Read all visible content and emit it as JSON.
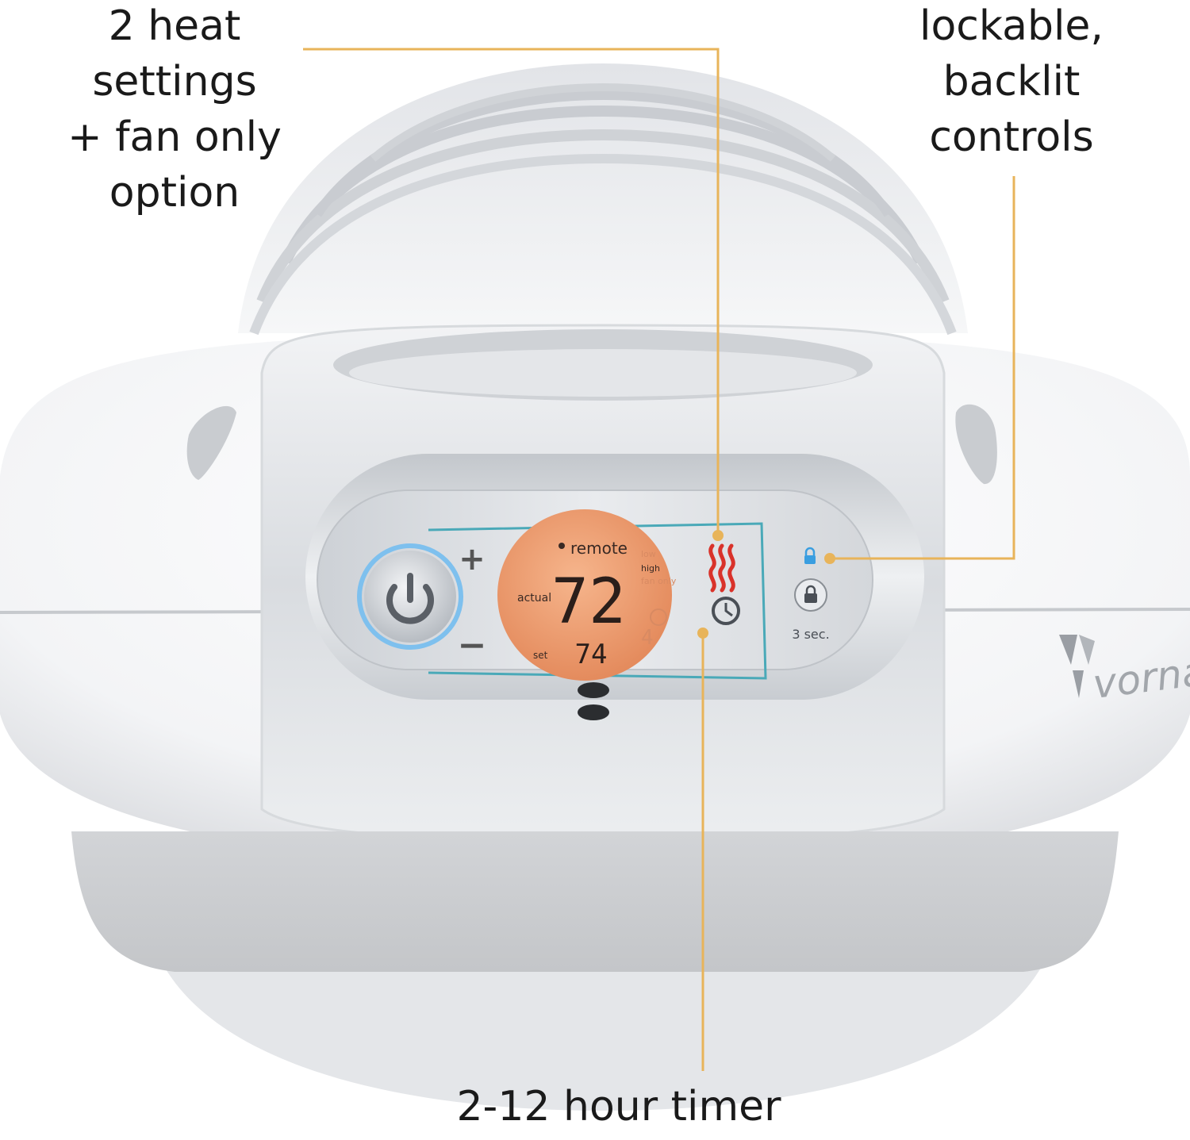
{
  "callouts": {
    "heat_settings": [
      "2 heat",
      "settings",
      "+ fan only",
      "option"
    ],
    "lockable": [
      "lockable,",
      "backlit",
      "controls"
    ],
    "timer": "2-12 hour timer"
  },
  "display": {
    "remote_label": "remote",
    "mode_low": "low",
    "mode_high": "high",
    "mode_fan": "fan only",
    "actual_label": "actual",
    "actual_temp": "72",
    "set_label": "set",
    "set_temp": "74",
    "timer_digit": "4"
  },
  "controls": {
    "plus": "+",
    "minus": "−",
    "lock_hold": "3 sec."
  },
  "brand": "vornado",
  "colors": {
    "callout_line": "#e8b45a",
    "lcd_background": "#f0a074",
    "heat_icon": "#d9322a",
    "lock_backlight": "#3a9ee0",
    "power_ring": "#7ec0ee"
  }
}
